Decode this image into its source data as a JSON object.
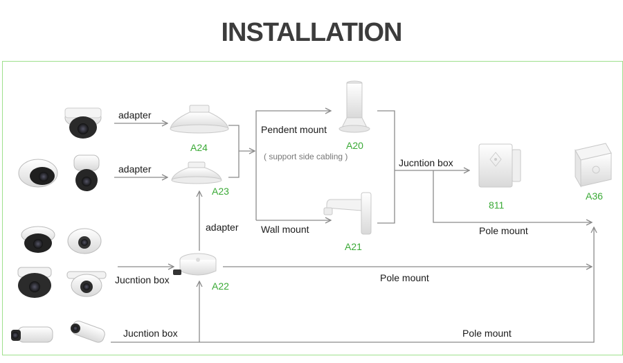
{
  "title": "INSTALLATION",
  "labels": {
    "adapter_top": "adapter",
    "adapter_mid": "adapter",
    "adapter_vertical": "adapter",
    "pendent_mount": "Pendent mount",
    "support_note": "( support side cabling )",
    "wall_mount": "Wall mount",
    "junction_box_right": "Jucntion box",
    "junction_box_left": "Jucntion box",
    "junction_box_bottom": "Jucntion box",
    "pole_mount_right": "Pole mount",
    "pole_mount_mid": "Pole mount",
    "pole_mount_bottom": "Pole mount"
  },
  "codes": {
    "a24": "A24",
    "a23": "A23",
    "a20": "A20",
    "a21": "A21",
    "a22": "A22",
    "c811": "811",
    "a36": "A36"
  },
  "colors": {
    "accent_green": "#39a935",
    "frame_green": "#9ee08c",
    "line": "#8a8a8a"
  }
}
